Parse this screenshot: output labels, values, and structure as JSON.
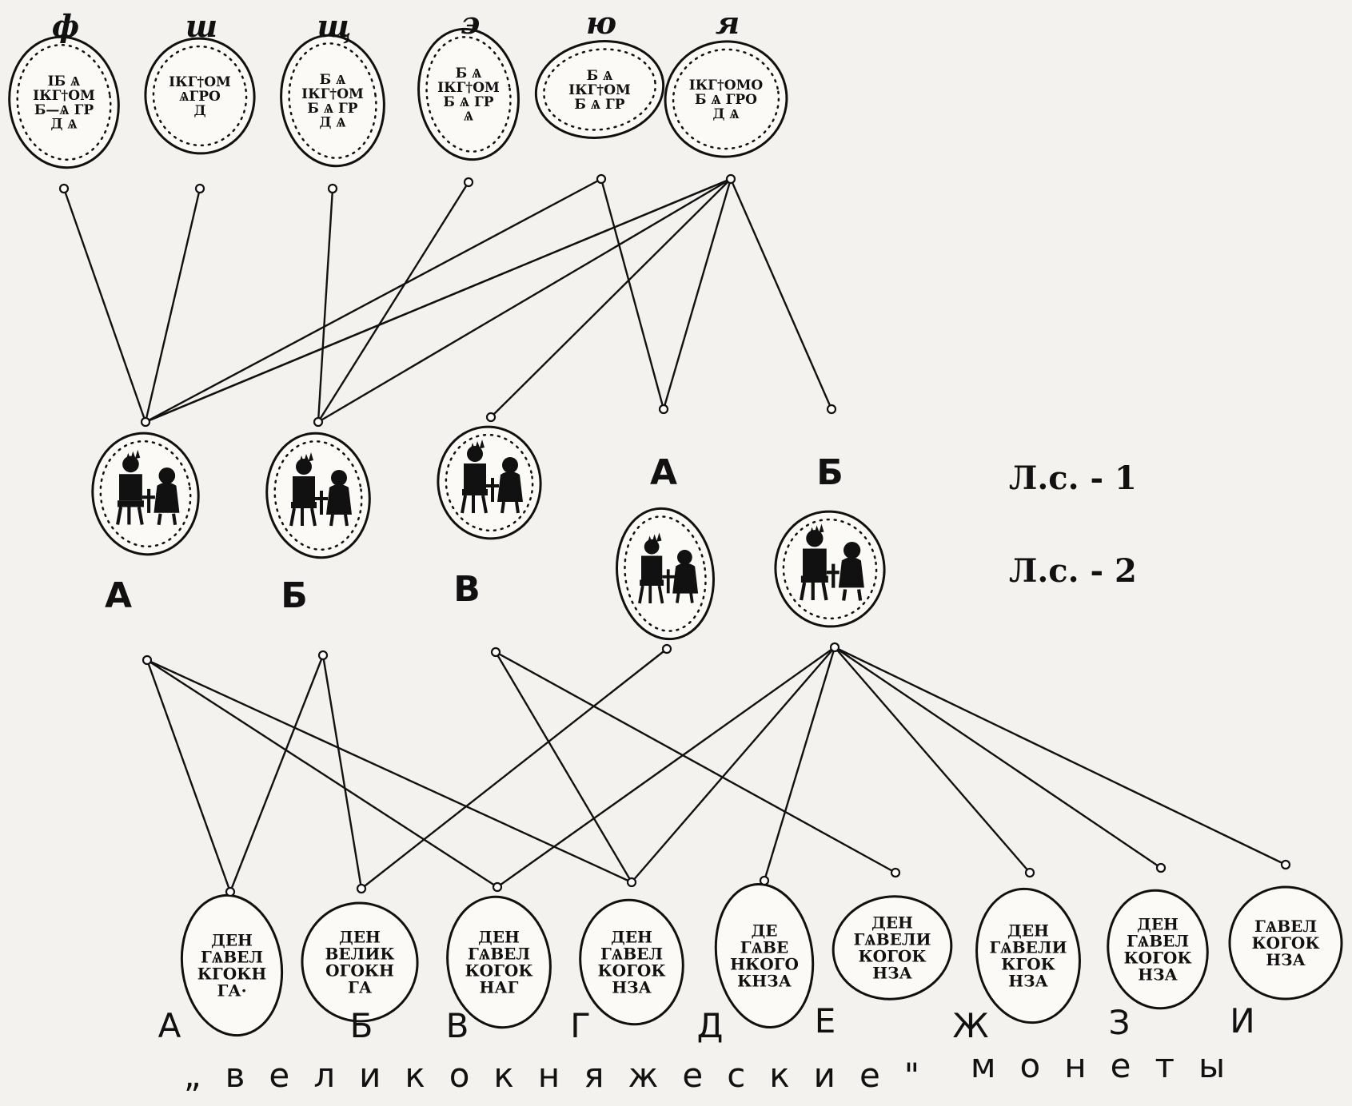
{
  "rows": {
    "top_dies": [
      {
        "id": "ф",
        "label": "ф",
        "lines": [
          "ІБ Ѧ",
          "ІКГ†ОМ",
          "Б—Ѧ ГР",
          "Д Ѧ"
        ]
      },
      {
        "id": "ш",
        "label": "ш",
        "lines": [
          "ІКГ†ОМ",
          "ѦГРО",
          "Д"
        ]
      },
      {
        "id": "щ",
        "label": "щ",
        "lines": [
          "Б Ѧ",
          "ІКГ†ОМ",
          "Б Ѧ ГР",
          "Д Ѧ"
        ]
      },
      {
        "id": "э",
        "label": "э",
        "lines": [
          "Б Ѧ",
          "ІКГ†ОМ",
          "Б Ѧ ГР",
          "Ѧ"
        ]
      },
      {
        "id": "ю",
        "label": "ю",
        "lines": [
          "Б Ѧ",
          "ІКГ†ОМ",
          "Б Ѧ ГР"
        ]
      },
      {
        "id": "я",
        "label": "я",
        "lines": [
          "ІКГ†ОМО",
          "Б Ѧ ГРО",
          "Д Ѧ"
        ]
      }
    ],
    "middle_left": [
      {
        "id": "A",
        "label": "А"
      },
      {
        "id": "Б",
        "label": "Б"
      },
      {
        "id": "В",
        "label": "В"
      }
    ],
    "middle_right": [
      {
        "id": "A",
        "label": "А"
      },
      {
        "id": "Б",
        "label": "Б"
      }
    ],
    "bottom": [
      {
        "id": "А",
        "label": "А",
        "lines": [
          "ДЕН",
          "ГѦВЕЛ",
          "КГОКН",
          "ГА·"
        ]
      },
      {
        "id": "Б",
        "label": "Б",
        "lines": [
          "ДЕН",
          "ВЕЛИК",
          "ОГОКН",
          "ГА"
        ]
      },
      {
        "id": "В",
        "label": "В",
        "lines": [
          "ДЕН",
          "ГѦВЕЛ",
          "КОГОК",
          "НАГ"
        ]
      },
      {
        "id": "Г",
        "label": "Г",
        "lines": [
          "ДЕН",
          "ГѦВЕЛ",
          "КОГОК",
          "НЗА"
        ]
      },
      {
        "id": "Д",
        "label": "Д",
        "lines": [
          "ДЕ",
          "ГѦВЕ",
          "НКОГО",
          "КНЗА"
        ]
      },
      {
        "id": "Е",
        "label": "Е",
        "lines": [
          "ДЕН",
          "ГѦВЕЛИ",
          "КОГОК",
          "НЗА"
        ]
      },
      {
        "id": "Ж",
        "label": "Ж",
        "lines": [
          "ДЕН",
          "ГѦВЕЛИ",
          "КГОК",
          "НЗА"
        ]
      },
      {
        "id": "З",
        "label": "З",
        "lines": [
          "ДЕН",
          "ГѦВЕЛ",
          "КОГОК",
          "НЗА"
        ]
      },
      {
        "id": "И",
        "label": "И",
        "lines": [
          "ГѦВЕЛ",
          "КОГОК",
          "НЗА"
        ]
      }
    ]
  },
  "legend": {
    "line1": "Л.с. - 1",
    "line2": "Л.с. - 2"
  },
  "caption": {
    "left": "„великокняжеские\"",
    "right": "монеты"
  },
  "links_upper": [
    [
      "ф",
      "A"
    ],
    [
      "ш",
      "A"
    ],
    [
      "щ",
      "Б"
    ],
    [
      "э",
      "Б"
    ],
    [
      "ю",
      "A_r"
    ],
    [
      "ю",
      "A"
    ],
    [
      "я",
      "A"
    ],
    [
      "я",
      "Б"
    ],
    [
      "я",
      "В"
    ],
    [
      "я",
      "A_r"
    ],
    [
      "я",
      "Б_r"
    ],
    [
      "я",
      "A"
    ]
  ],
  "links_lower": [
    [
      "A",
      "А"
    ],
    [
      "A",
      "В"
    ],
    [
      "A",
      "Г"
    ],
    [
      "Б",
      "А"
    ],
    [
      "Б",
      "Б"
    ],
    [
      "В",
      "Г"
    ],
    [
      "В",
      "Е"
    ],
    [
      "A_r",
      "Б"
    ],
    [
      "Б_r",
      "В"
    ],
    [
      "Б_r",
      "Г"
    ],
    [
      "Б_r",
      "Д"
    ],
    [
      "Б_r",
      "Ж"
    ],
    [
      "Б_r",
      "З"
    ],
    [
      "Б_r",
      "И"
    ]
  ]
}
